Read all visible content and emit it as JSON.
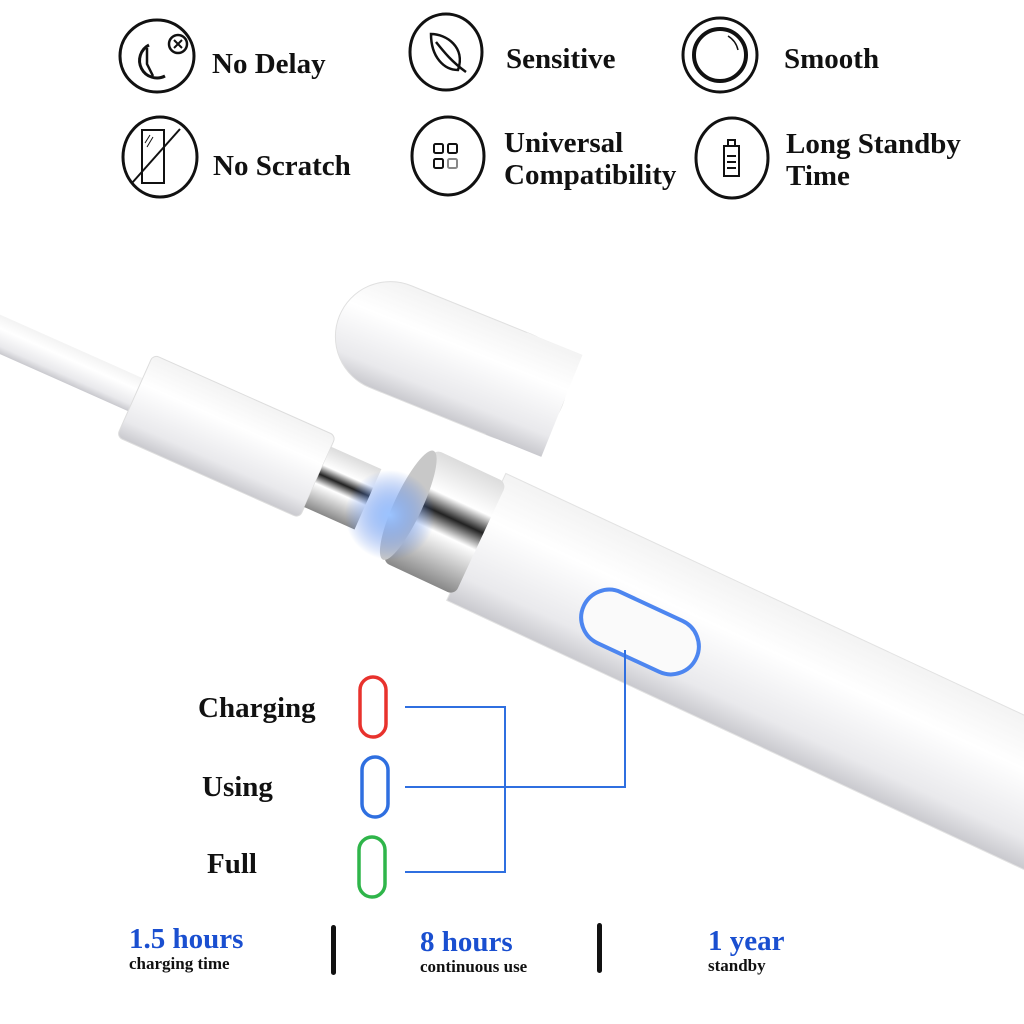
{
  "features": [
    {
      "label": "No Delay",
      "icon": "clock-x-icon"
    },
    {
      "label": "Sensitive",
      "icon": "leaf-icon"
    },
    {
      "label": "Smooth",
      "icon": "ring-icon"
    },
    {
      "label": "No Scratch",
      "icon": "screen-scratch-icon"
    },
    {
      "label_lines": [
        "Universal",
        "Compatibility"
      ],
      "icon": "grid-icon"
    },
    {
      "label_lines": [
        "Long Standby",
        "Time"
      ],
      "icon": "battery-icon"
    }
  ],
  "indicator": {
    "items": [
      {
        "label": "Charging",
        "color": "#e8322d"
      },
      {
        "label": "Using",
        "color": "#2f6fe0"
      },
      {
        "label": "Full",
        "color": "#2fb54a"
      }
    ],
    "line_color": "#2f6fe0"
  },
  "stats": [
    {
      "value": "1.5 hours",
      "label": "charging time"
    },
    {
      "value": "8 hours",
      "label": "continuous use"
    },
    {
      "value": "1 year",
      "label": "standby"
    }
  ]
}
